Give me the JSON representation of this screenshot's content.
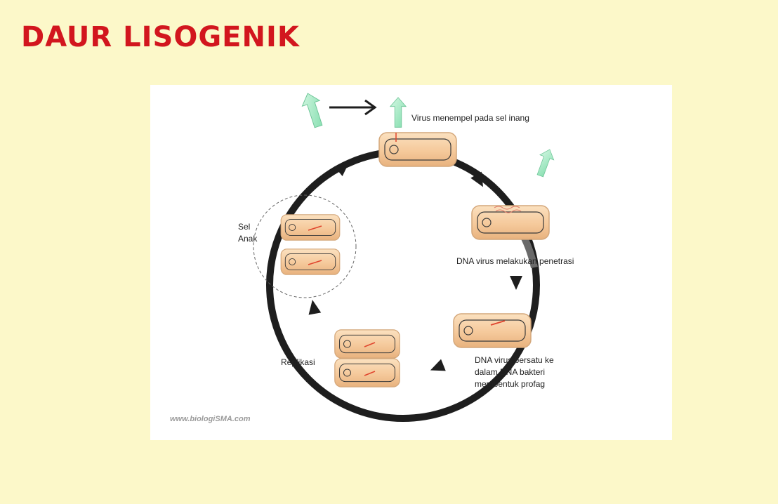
{
  "slide": {
    "title": "DAUR LISOGENIK"
  },
  "diagram": {
    "labels": {
      "attach": "Virus menempel pada sel inang",
      "penetration": "DNA virus melakukan penetrasi",
      "integrate_1": "DNA virus bersatu ke",
      "integrate_2": "dalam DNA bakteri",
      "integrate_3": "membentuk profag",
      "replication": "Replikasi",
      "daughter_1": "Sel",
      "daughter_2": "Anak"
    },
    "credit": "www.biologiSMA.com"
  },
  "colors": {
    "title": "#d2161e",
    "background": "#fcf8c9",
    "cycle": "#1e1e1e",
    "cell_fill": "#f6cfa4",
    "cell_stroke": "#d4a77a",
    "viral_dna": "#e0452e",
    "phage": "#a8ecc6"
  }
}
